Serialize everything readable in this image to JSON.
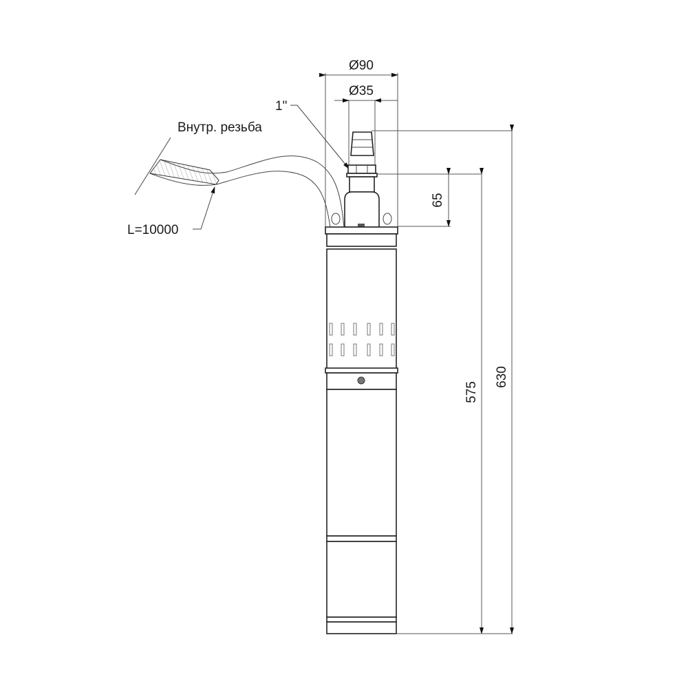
{
  "drawing": {
    "subject": "submersible-pump",
    "line_color": "#222222",
    "dim_color": "#555555",
    "background": "#ffffff"
  },
  "dimensions": {
    "outer_diameter": "Ø90",
    "outlet_diameter": "Ø35",
    "thread_size": "1\"",
    "head_height": "65",
    "body_height": "575",
    "total_height": "630"
  },
  "callouts": {
    "thread_note": "Внутр. резьба",
    "cable_length": "L=10000"
  }
}
